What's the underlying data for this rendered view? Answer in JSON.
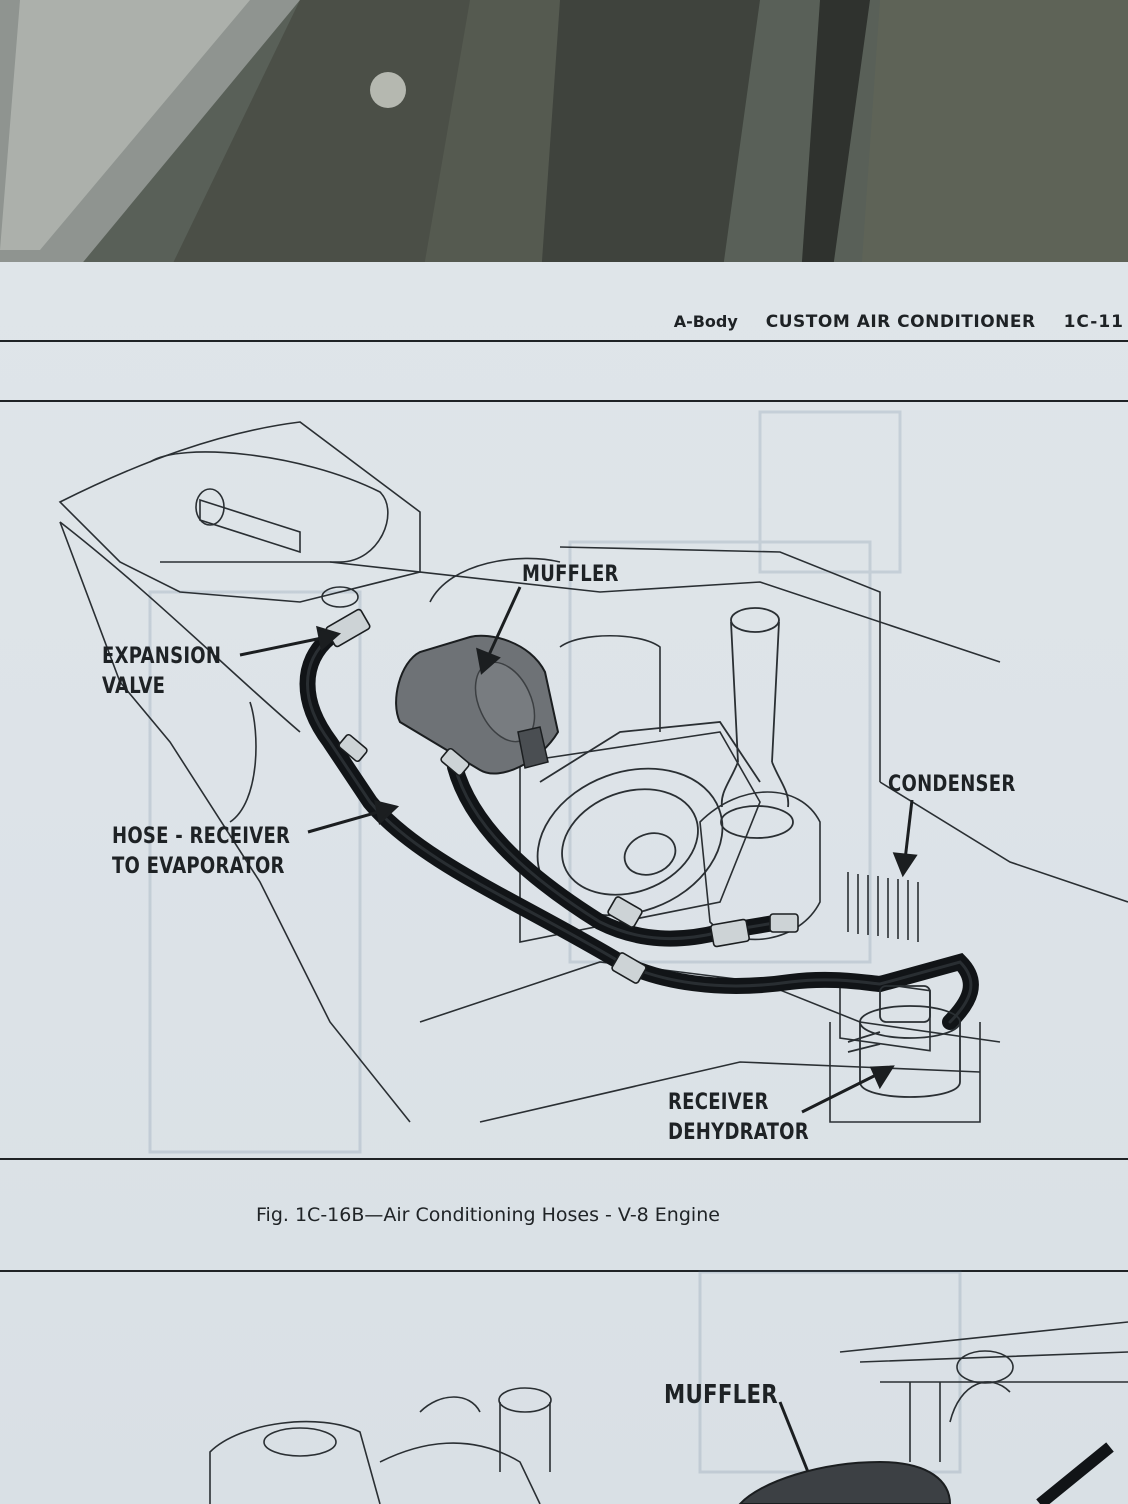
{
  "header": {
    "section": "A-Body",
    "title": "CUSTOM AIR CONDITIONER",
    "page_number": "1C-11"
  },
  "figure": {
    "labels": {
      "muffler": "MUFFLER",
      "expansion_valve": [
        "EXPANSION",
        "VALVE"
      ],
      "hose": [
        "HOSE - RECEIVER",
        "TO EVAPORATOR"
      ],
      "condenser": "CONDENSER",
      "receiver_dehydrator": [
        "RECEIVER",
        "DEHYDRATOR"
      ]
    },
    "caption": "Fig. 1C-16B—Air Conditioning Hoses - V-8 Engine"
  },
  "next_figure": {
    "labels": {
      "muffler": "MUFFLER"
    }
  },
  "colors": {
    "paper": "#dde3e8",
    "ink": "#1e2225",
    "surface": "#5b5e55"
  }
}
